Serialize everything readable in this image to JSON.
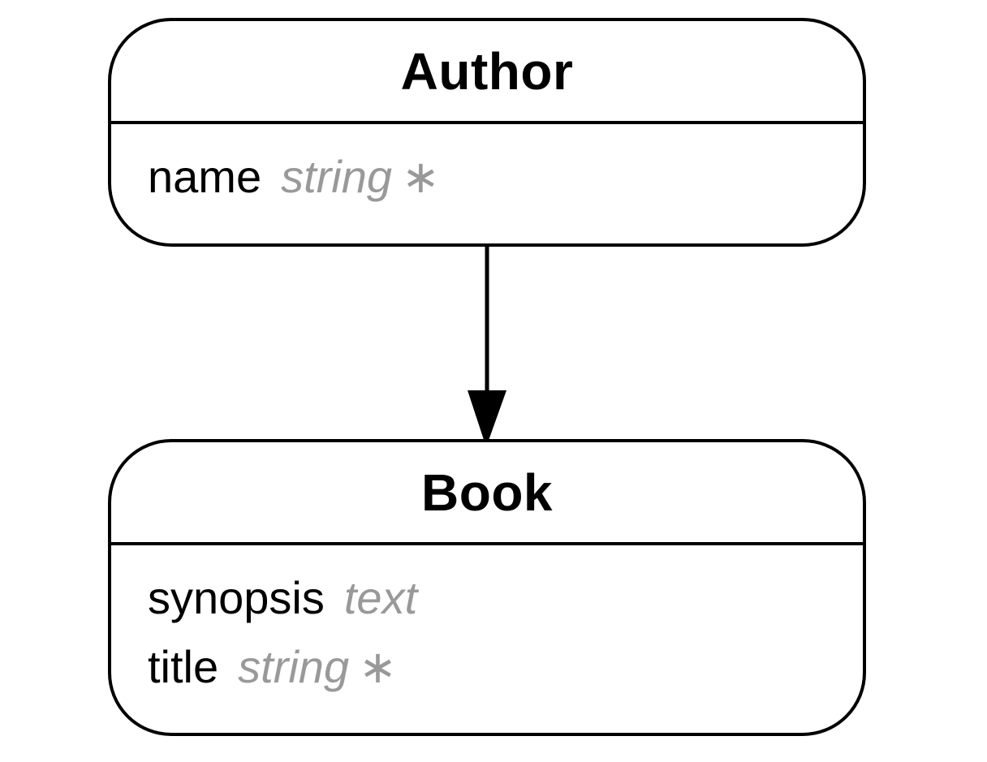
{
  "colors": {
    "stroke": "#000000",
    "attribute_type": "#999999",
    "background": "#ffffff"
  },
  "entities": [
    {
      "name": "Author",
      "attributes": [
        {
          "name": "name",
          "type": "string",
          "required_mark": "∗"
        }
      ]
    },
    {
      "name": "Book",
      "attributes": [
        {
          "name": "synopsis",
          "type": "text",
          "required_mark": ""
        },
        {
          "name": "title",
          "type": "string",
          "required_mark": "∗"
        }
      ]
    }
  ],
  "relationships": [
    {
      "from": "Author",
      "to": "Book"
    }
  ]
}
